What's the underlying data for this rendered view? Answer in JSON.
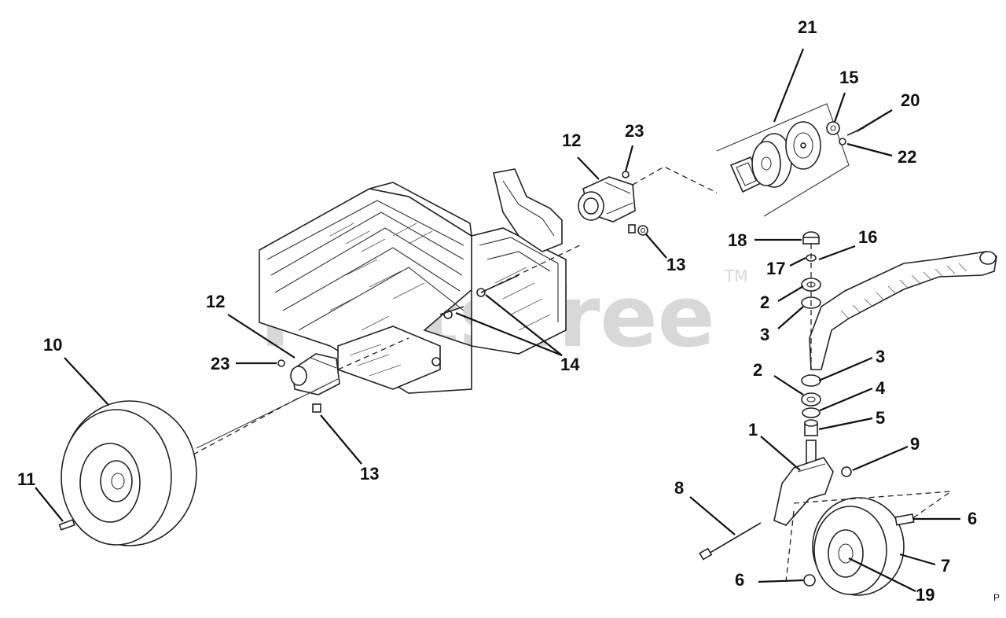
{
  "watermark": {
    "text": "PartsTree",
    "trademark": "TM"
  },
  "corner_mark": "P",
  "callouts": [
    "21",
    "15",
    "20",
    "22",
    "12",
    "23",
    "13",
    "18",
    "16",
    "17",
    "2",
    "3",
    "14",
    "12",
    "10",
    "23",
    "3",
    "2",
    "4",
    "5",
    "1",
    "9",
    "13",
    "11",
    "8",
    "6",
    "7",
    "6",
    "19"
  ]
}
